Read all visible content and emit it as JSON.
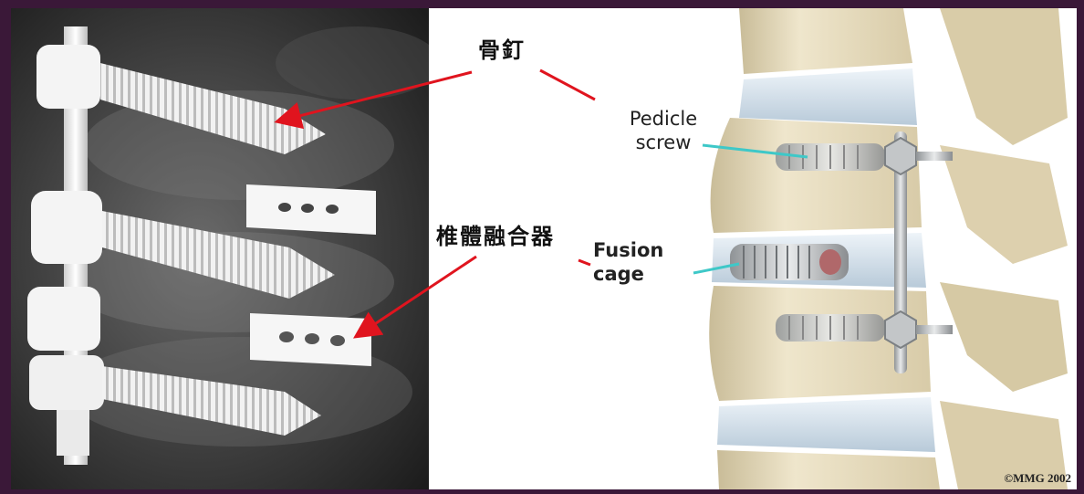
{
  "labels": {
    "bone_screw": "骨釘",
    "interbody_cage": "椎體融合器",
    "pedicle_screw_line1": "Pedicle",
    "pedicle_screw_line2": "screw",
    "fusion_cage_line1": "Fusion",
    "fusion_cage_line2": "cage"
  },
  "copyright": "©MMG 2002",
  "colors": {
    "frame": "#3a1838",
    "arrow": "#e0141e",
    "pointer": "#3ec8c8",
    "bone": "#e6dcc0",
    "disc": "#c8d8e6",
    "metal": "#bfc3c6"
  }
}
